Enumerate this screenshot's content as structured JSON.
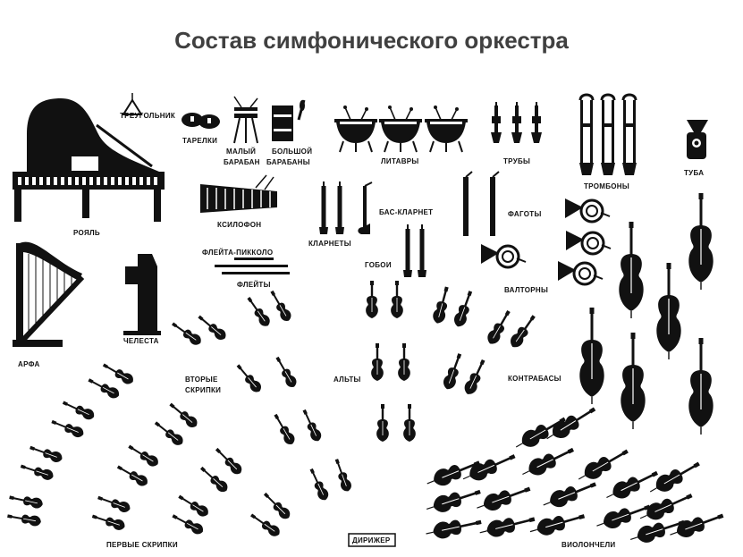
{
  "title": "Состав симфонического оркестра",
  "labels": {
    "triangle": "ТРЕУГОЛЬНИК",
    "cymbals": "ТАРЕЛКИ",
    "snare_1": "МАЛЫЙ",
    "snare_2": "БАРАБАН",
    "bass_drum_1": "БОЛЬШОЙ",
    "bass_drum_2": "БАРАБАНЫ",
    "timpani": "ЛИТАВРЫ",
    "trumpets": "ТРУБЫ",
    "trombones": "ТРОМБОНЫ",
    "tuba": "ТУБА",
    "piano": "РОЯЛЬ",
    "xylophone": "КСИЛОФОН",
    "piccolo": "ФЛЕЙТА-ПИККОЛО",
    "flutes": "ФЛЕЙТЫ",
    "clarinets": "КЛАРНЕТЫ",
    "bass_clarinet": "БАС-КЛАРНЕТ",
    "oboes": "ГОБОИ",
    "bassoons": "ФАГОТЫ",
    "horns": "ВАЛТОРНЫ",
    "harp": "АРФА",
    "celesta": "ЧЕЛЕСТА",
    "second_violins_1": "ВТОРЫЕ",
    "second_violins_2": "СКРИПКИ",
    "violas": "АЛЬТЫ",
    "double_basses": "КОНТРАБАСЫ",
    "first_violins": "ПЕРВЫЕ СКРИПКИ",
    "conductor": "ДИРИЖЕР",
    "cellos": "ВИОЛОНЧЕЛИ"
  },
  "colors": {
    "title": "#404040",
    "ink": "#111111",
    "background": "#ffffff"
  }
}
